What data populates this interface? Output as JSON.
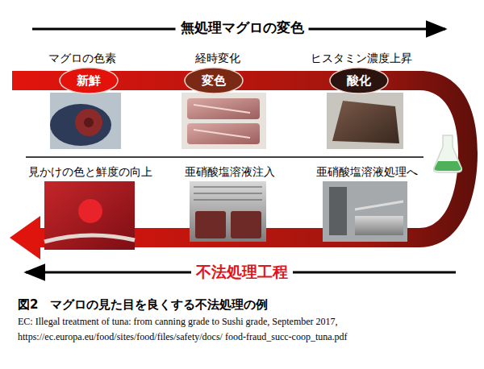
{
  "diagram": {
    "caption": "図2　マグロの見た目を良くする不法処理の例",
    "nodes": [
      {
        "text": [
          "新鮮"
        ]
      },
      {
        "text": [
          "変色"
        ]
      },
      {
        "text": [
          "酸化"
        ]
      }
    ],
    "labels": [
      "無処理マグロの変色",
      "マグロの色素",
      "経時変化",
      "ヒスタミン濃度上昇",
      "見かけの色と鮮度の向上",
      "亜硝酸塩溶液注入",
      "亜硝酸塩溶液処理へ",
      "不法処理工程",
      "EC: Illegal treatment of tuna: from canning grade to Sushi grade, September 2017,",
      "https://ec.europa.eu/food/sites/food/files/safety/docs/ food-fraud_succ-coop_tuna.pdf"
    ]
  }
}
